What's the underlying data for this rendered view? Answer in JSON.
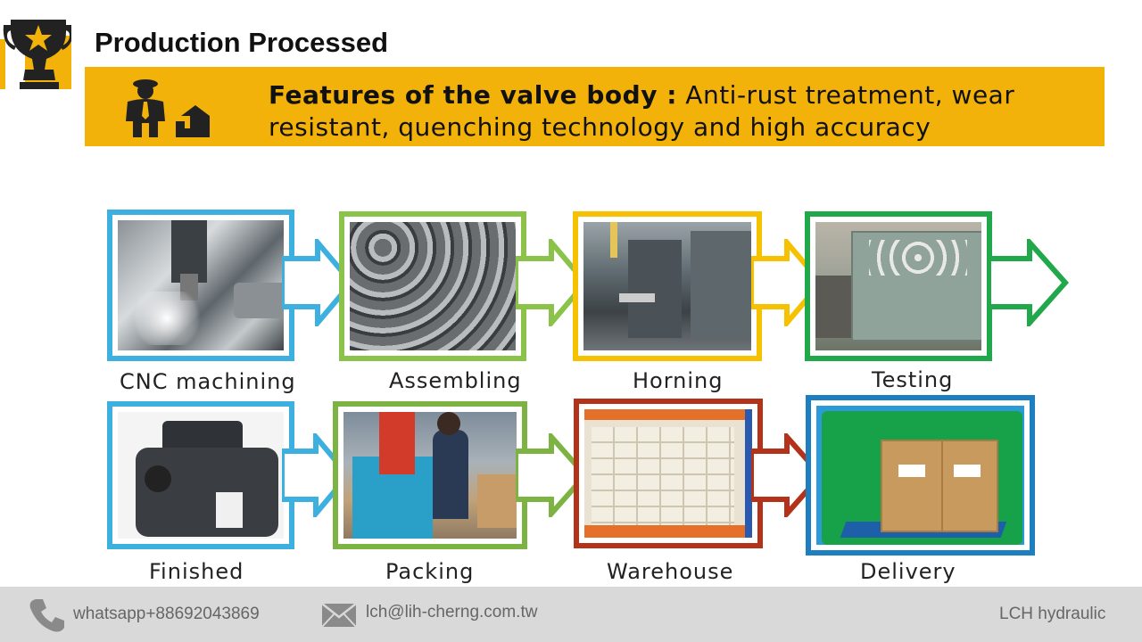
{
  "title": "Production Processed",
  "banner": {
    "heading": "Features of the valve body :",
    "text": " Anti-rust treatment, wear resistant, quenching technology and high accuracy"
  },
  "icons": {
    "trophy": "trophy-icon",
    "businessman": "businessman-growth-icon",
    "phone": "phone-icon",
    "mail": "envelope-icon"
  },
  "steps": [
    {
      "label": "CNC machining",
      "color": "#3db0e0",
      "photo": "cnc-machining-photo"
    },
    {
      "label": "Assembling",
      "color": "#8bc34a",
      "photo": "valve-parts-photo"
    },
    {
      "label": "Horning",
      "color": "#f5c100",
      "photo": "horning-machine-photo"
    },
    {
      "label": "Testing",
      "color": "#21a84a",
      "photo": "test-bench-photo"
    },
    {
      "label": "Finished",
      "color": "#3db0e0",
      "photo": "finished-pump-photo"
    },
    {
      "label": "Packing",
      "color": "#7cb342",
      "photo": "packing-worker-photo"
    },
    {
      "label": "Warehouse",
      "color": "#b3321a",
      "photo": "warehouse-boxes-photo"
    },
    {
      "label": "Delivery",
      "color": "#1e7fc0",
      "photo": "delivery-cart-photo"
    }
  ],
  "footer": {
    "whatsapp": "whatsapp+88692043869",
    "email": "lch@lih-cherng.com.tw",
    "brand": "LCH hydraulic"
  }
}
